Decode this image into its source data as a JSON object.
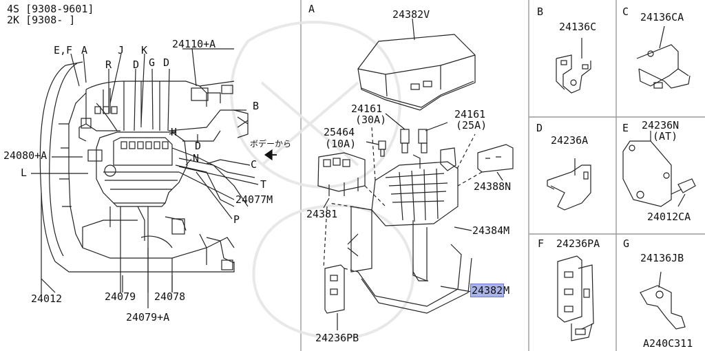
{
  "variants": {
    "line1": "4S [9308-9601]",
    "line2": "2K [9308-      ]"
  },
  "left_panel": {
    "labels": {
      "ef": "E,F",
      "a": "A",
      "j": "J",
      "k": "K",
      "r": "R",
      "g": "G",
      "d1": "D",
      "d2": "D",
      "p24110a": "24110+A",
      "b": "B",
      "h": "H",
      "d3": "D",
      "c": "C",
      "body_from": "ボデーから",
      "p24080a": "24080+A",
      "n": "N",
      "l": "L",
      "t": "T",
      "p24077m": "24077M",
      "p": "P",
      "p24012": "24012",
      "p24079": "24079",
      "p24078": "24078",
      "p24079a": "24079+A"
    }
  },
  "panel_a": {
    "label": "A",
    "parts": {
      "p24382v": "24382V",
      "p24161_30": "24161",
      "amp30": "(30A)",
      "p24161_25": "24161",
      "amp25": "(25A)",
      "p25464": "25464",
      "amp10": "(10A)",
      "p24388n": "24388N",
      "p24381": "24381",
      "p24384m": "24384M",
      "p24382m_hl": "24382",
      "p24382m_suffix": "M",
      "p24236pb": "24236PB"
    }
  },
  "panel_b": {
    "label": "B",
    "part": "24136C"
  },
  "panel_c": {
    "label": "C",
    "part": "24136CA"
  },
  "panel_d": {
    "label": "D",
    "part": "24236A"
  },
  "panel_e": {
    "label": "E",
    "part": "24236N",
    "note": "(AT)",
    "part2": "24012CA"
  },
  "panel_f": {
    "label": "F",
    "part": "24236PA"
  },
  "panel_g": {
    "label": "G",
    "part": "24136JB"
  },
  "figure_code": "A240C311"
}
